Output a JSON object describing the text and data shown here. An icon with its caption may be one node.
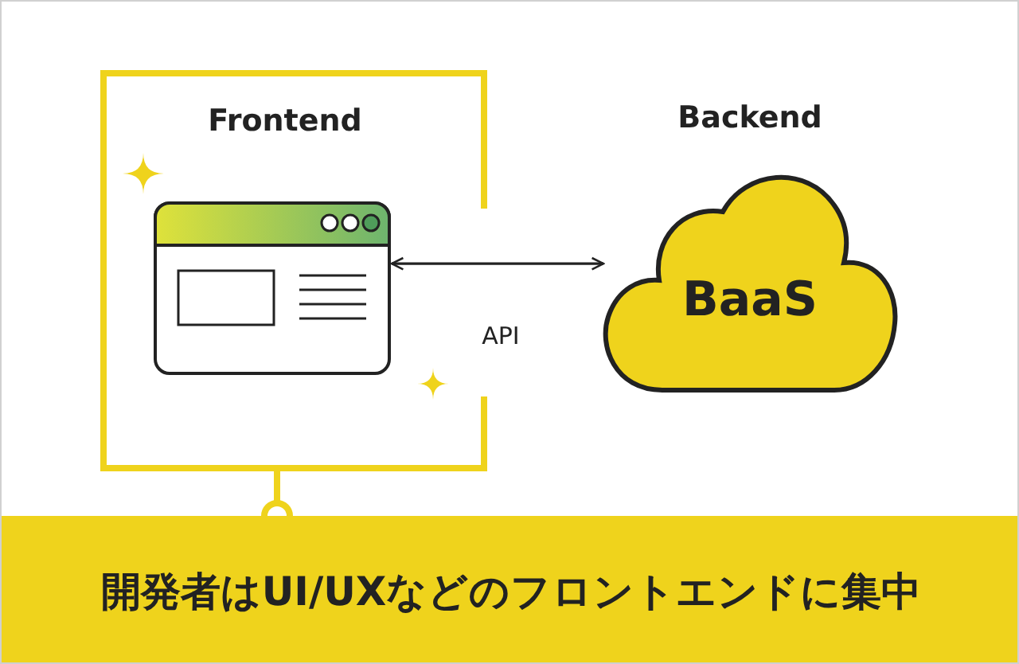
{
  "diagram": {
    "nodes": [
      {
        "text": [
          "Frontend"
        ]
      },
      {
        "text": [],
        "shape": "picture",
        "in": 0
      },
      {
        "text": [
          "Backend",
          "BaaS"
        ]
      },
      {
        "text": [
          "開発者はUI/UXなどのフロントエンドに集中"
        ]
      }
    ],
    "edges": [
      {
        "from": 1,
        "to": 2,
        "arrow": "both",
        "label": "API"
      },
      {
        "from": 0,
        "to": 3,
        "arrow": "other",
        "style": "thick",
        "color": "#efd31c"
      }
    ]
  }
}
